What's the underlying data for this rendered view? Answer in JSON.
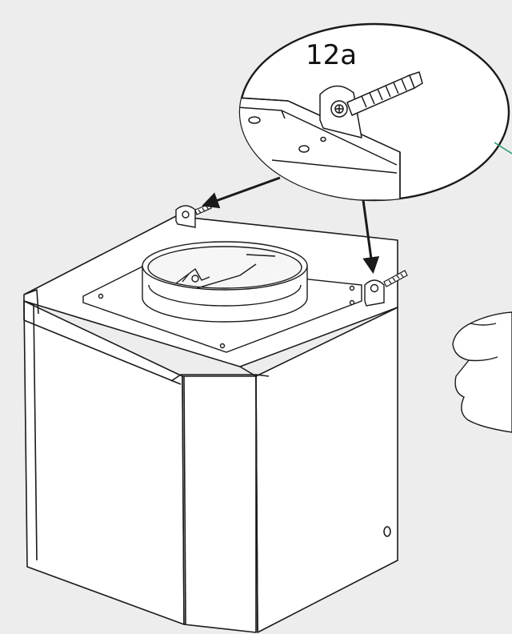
{
  "diagram": {
    "step_label": "12a",
    "colors": {
      "background": "#ededed",
      "line": "#1a1a1a",
      "panel": "#ffffff",
      "accent_wire": "#2e9c6e"
    },
    "parts": [
      "hood-box",
      "duct-collar",
      "mounting-bracket-left",
      "mounting-bracket-right",
      "screw-with-wall-plug",
      "detail-callout",
      "hand"
    ]
  }
}
